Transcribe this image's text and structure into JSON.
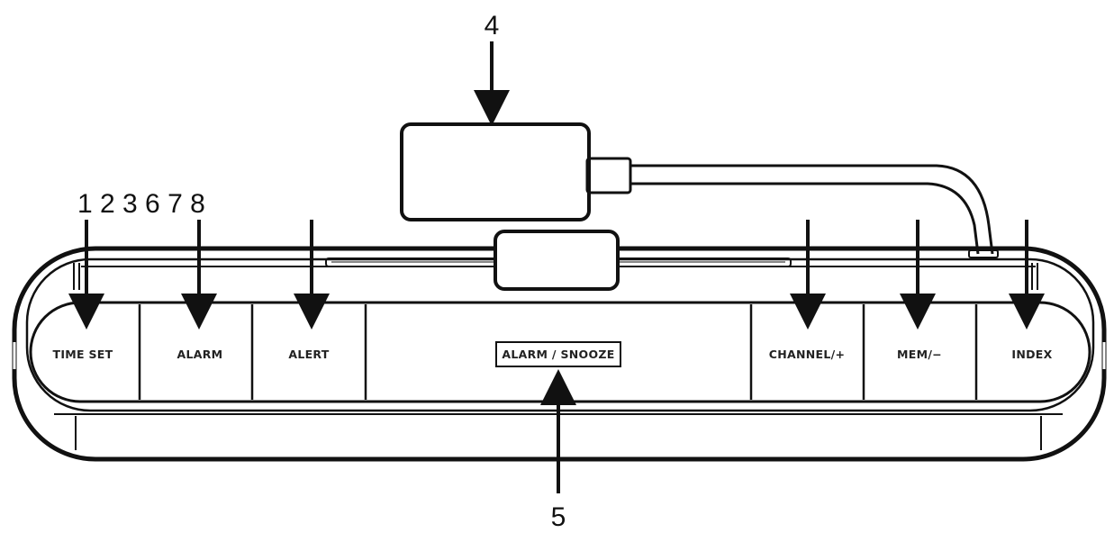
{
  "callouts": {
    "top_left_group": "1 2 3 6 7 8",
    "top_center": "4",
    "bottom_center": "5"
  },
  "buttons": [
    {
      "id": "time-set",
      "label": "TIME SET"
    },
    {
      "id": "alarm",
      "label": "ALARM"
    },
    {
      "id": "alert",
      "label": "ALERT"
    },
    {
      "id": "alarm-snooze",
      "label": "ALARM / SNOOZE"
    },
    {
      "id": "channel-plus",
      "label": "CHANNEL/+"
    },
    {
      "id": "mem-minus",
      "label": "MEM/−"
    },
    {
      "id": "index",
      "label": "INDEX"
    }
  ]
}
